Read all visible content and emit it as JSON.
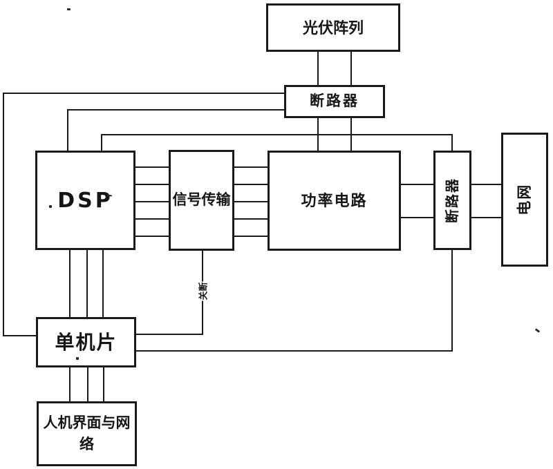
{
  "blocks": {
    "pv": {
      "label": "光伏阵列"
    },
    "breaker_top": {
      "label": "断路器"
    },
    "dsp": {
      "label": "DSP"
    },
    "signal": {
      "label": "信号传输"
    },
    "power": {
      "label": "功率电路"
    },
    "breaker_right": {
      "label": "断路器",
      "orientation": "vertical"
    },
    "grid": {
      "label": "电网",
      "orientation": "vertical"
    },
    "mcu": {
      "label": "单机片"
    },
    "hmi": {
      "label": "人机界面与网络"
    }
  },
  "edge_labels": {
    "shutdown": "关断"
  },
  "connections": [
    "光伏阵列 → 断路器 (双线)",
    "断路器 → 功率电路 (双线)",
    "断路器 → DSP (左侧两条引线)",
    "DSP ↔ 信号传输 (5条总线)",
    "信号传输 ↔ 功率电路 (5条总线)",
    "功率电路 ↔ 断路器(右) (双线)",
    "断路器(右) ↔ 电网 (双线)",
    "DSP → 断路器(右) 顶部",
    "DSP ↔ 单机片 (3条竖线)",
    "单机片 ↔ 人机界面与网络 (3条竖线)",
    "信号传输 → 单机片 (关断线)",
    "单机片 → 断路器(右) 底部",
    "断路器 → 单机片 (左侧外围线)"
  ],
  "colors": {
    "ink": "#1a1a1a",
    "background": "#ffffff"
  }
}
